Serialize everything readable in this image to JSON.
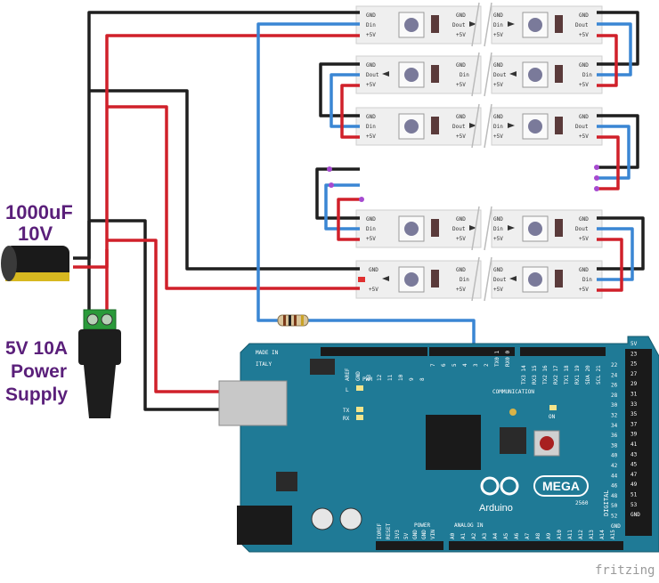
{
  "labels": {
    "capacitor_value": "1000uF",
    "capacitor_voltage": "10V",
    "psu_line1": "5V 10A",
    "psu_line2": "Power",
    "psu_line3": "Supply",
    "watermark": "fritzing"
  },
  "strip_pins": {
    "gnd": "GND",
    "din": "Din",
    "dout": "Dout",
    "v5": "+5V"
  },
  "board": {
    "made_in": "MADE IN",
    "italy": "ITALY",
    "brand": "Arduino",
    "model": "MEGA",
    "model_num": "2560",
    "pwm": "PWM",
    "communication": "COMMUNICATION",
    "power": "POWER",
    "analog_in": "ANALOG IN",
    "digital": "DIGITAL",
    "led_l": "L",
    "led_tx": "TX",
    "led_rx": "RX",
    "led_on": "ON",
    "top_left_pins": [
      "AREF",
      "GND",
      "13",
      "12",
      "11",
      "10",
      "9",
      "8"
    ],
    "top_mid_pins": [
      "7",
      "6",
      "5",
      "4",
      "3",
      "2",
      "TX0 1",
      "RX0 0"
    ],
    "top_right_pins": [
      "TX3 14",
      "RX3 15",
      "TX2 16",
      "RX2 17",
      "TX1 18",
      "RX1 19",
      "SDA 20",
      "SCL 21"
    ],
    "power_pins": [
      "IOREF",
      "RESET",
      "3V3",
      "5V",
      "GND",
      "GND",
      "VIN"
    ],
    "analog_pins": [
      "A0",
      "A1",
      "A2",
      "A3",
      "A4",
      "A5",
      "A6",
      "A7",
      "A8",
      "A9",
      "A10",
      "A11",
      "A12",
      "A13",
      "A14",
      "A15"
    ],
    "digital_left": [
      "22",
      "24",
      "26",
      "28",
      "30",
      "32",
      "34",
      "36",
      "38",
      "40",
      "42",
      "44",
      "46",
      "48",
      "50",
      "52",
      "GND"
    ],
    "digital_right": [
      "5V",
      "23",
      "25",
      "27",
      "29",
      "31",
      "33",
      "35",
      "37",
      "39",
      "41",
      "43",
      "45",
      "47",
      "49",
      "51",
      "53",
      "GND"
    ]
  },
  "colors": {
    "wire_red": "#d0202a",
    "wire_black": "#1f1f1f",
    "wire_blue": "#3a86d4",
    "board": "#1f7a96",
    "strip": "#efefef",
    "label_purple": "#5a1f7a"
  }
}
